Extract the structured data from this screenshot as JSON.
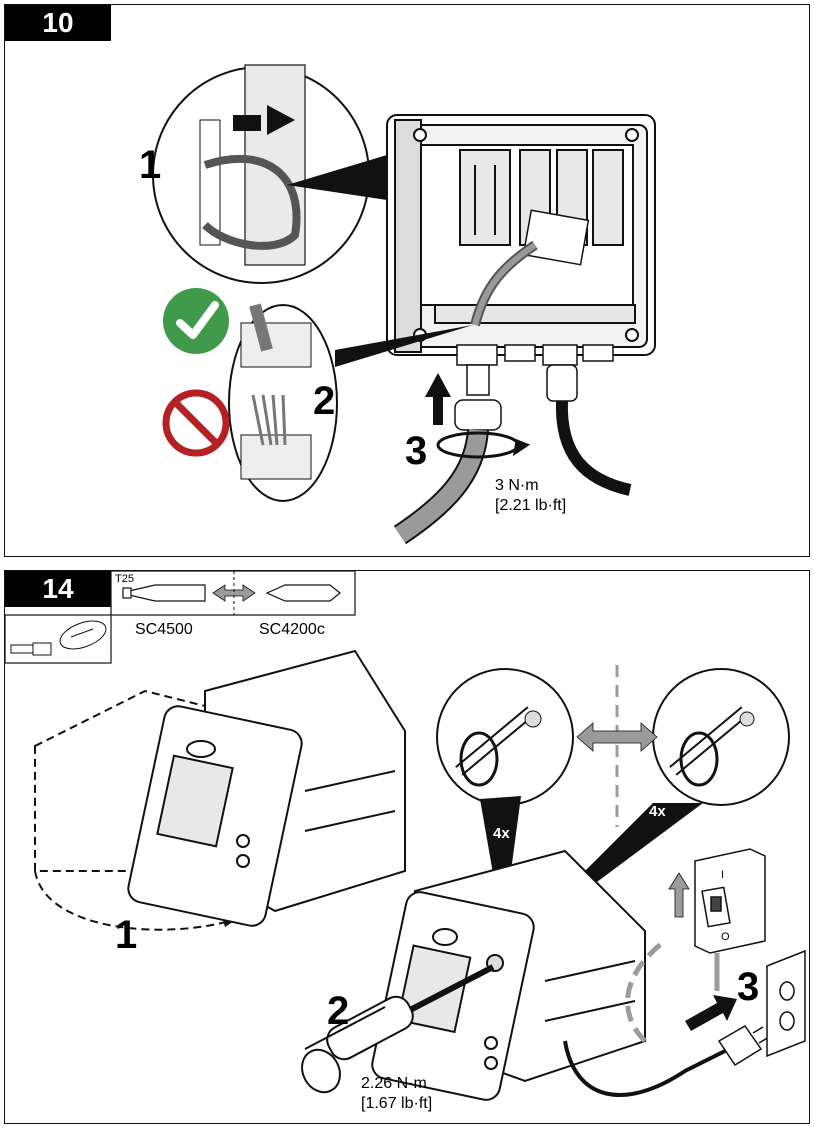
{
  "step_10": {
    "number": "10",
    "callouts": [
      "1",
      "2",
      "3"
    ],
    "torque_metric": "3 N·m",
    "torque_imperial": "[2.21 lb·ft]",
    "correct_icon": "check-icon",
    "incorrect_icon": "prohibited-icon"
  },
  "step_14": {
    "number": "14",
    "bit_label": "T25",
    "tool_left": "SC4500",
    "tool_right": "SC4200c",
    "callouts": [
      "1",
      "2",
      "3"
    ],
    "multiplier_left": "4x",
    "multiplier_right": "4x",
    "torque_metric": "2.26 N·m",
    "torque_imperial": "[1.67 lb·ft]",
    "switch_on_mark": "I",
    "switch_off_mark": "O"
  },
  "colors": {
    "ok_green": "#3f9a4b",
    "no_red": "#b52025",
    "arrow_gray": "#9b9b9b"
  }
}
